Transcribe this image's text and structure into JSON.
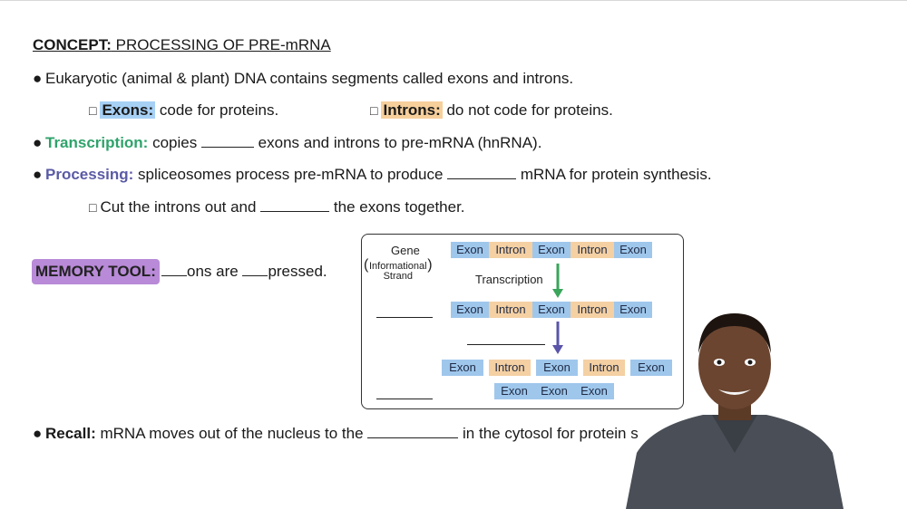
{
  "header": {
    "title_bold": "CONCEPT:",
    "title_rest": " PROCESSING OF PRE-mRNA"
  },
  "lines": {
    "line1": "Eukaryotic (animal & plant) DNA contains segments called exons and introns.",
    "exons_term": "Exons:",
    "exons_def": " code for proteins.",
    "introns_term": "Introns:",
    "introns_def": " do not code for proteins.",
    "transcription_term": "Transcription:",
    "transcription_before": " copies ",
    "transcription_after": " exons and introns to pre-mRNA (hnRNA).",
    "processing_term": "Processing:",
    "processing_before": " spliceosomes process pre-mRNA to produce ",
    "processing_after": " mRNA for protein synthesis.",
    "cut_before": "Cut the introns out and ",
    "cut_after": " the exons together.",
    "recall_term": "Recall:",
    "recall_before": " mRNA moves out of the nucleus to the ",
    "recall_after": " in the cytosol for protein s"
  },
  "memory_tool": {
    "label": "MEMORY TOOL:",
    "part1": "ons are ",
    "part2": "pressed."
  },
  "diagram": {
    "gene_label": "Gene",
    "strand_label_1": "Informational",
    "strand_label_2": "Strand",
    "transcription_label": "Transcription",
    "row1": [
      "Exon",
      "Intron",
      "Exon",
      "Intron",
      "Exon"
    ],
    "row2": [
      "Exon",
      "Intron",
      "Exon",
      "Intron",
      "Exon"
    ],
    "row3": [
      "Exon",
      "Intron",
      "Exon",
      "Intron",
      "Exon"
    ],
    "row4": [
      "Exon",
      "Exon",
      "Exon"
    ],
    "colors": {
      "exon": "#9fc7ec",
      "intron": "#f4d0a3",
      "green_arrow": "#3aa55b",
      "purple_arrow": "#5a55a8"
    }
  },
  "colors": {
    "transcription": "#2fa36b",
    "processing": "#5a5aa6",
    "exons_highlight": "#a7d0f5",
    "introns_highlight": "#f6cf9b",
    "memory_tool_bg": "#b98ad8"
  }
}
